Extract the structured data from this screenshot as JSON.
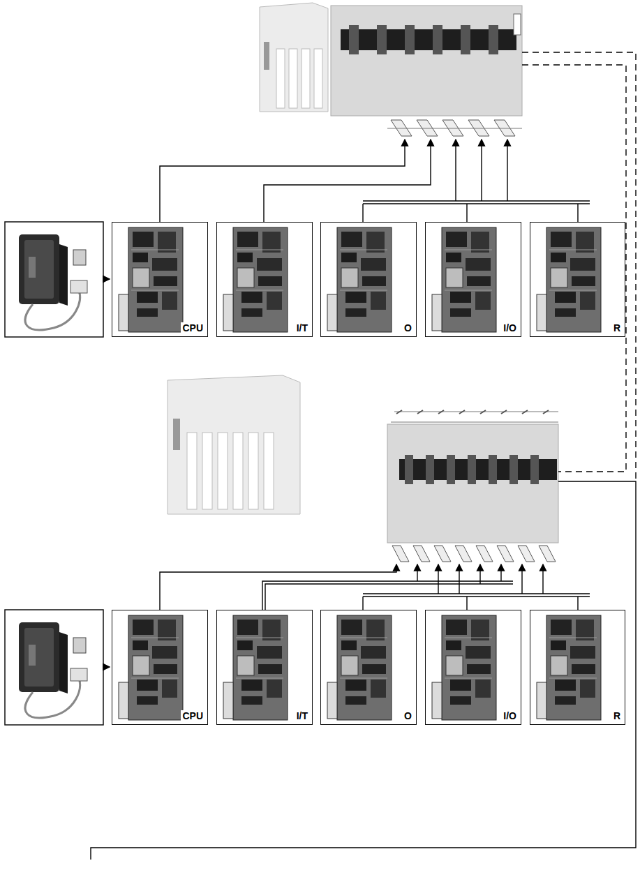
{
  "diagram": {
    "nodes": [
      {
        "text": [
          "CPU"
        ]
      },
      {
        "text": [
          "I/T"
        ]
      },
      {
        "text": [
          "O"
        ]
      },
      {
        "text": [
          "I/O"
        ]
      },
      {
        "text": [
          "R"
        ]
      },
      {
        "text": [
          "CPU"
        ]
      },
      {
        "text": [
          "I/T"
        ]
      },
      {
        "text": [
          "O"
        ]
      },
      {
        "text": [
          "I/O"
        ]
      },
      {
        "text": [
          "R"
        ]
      }
    ]
  }
}
